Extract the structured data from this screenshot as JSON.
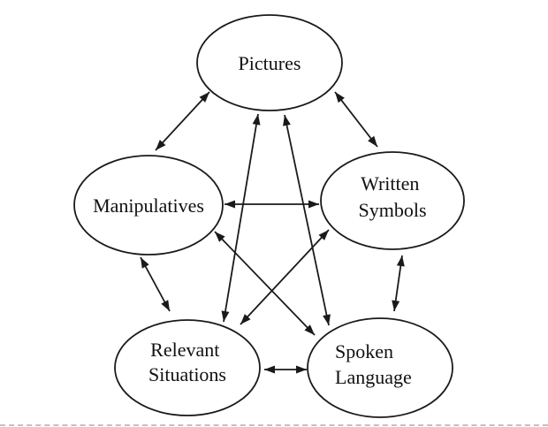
{
  "diagram": {
    "type": "node-link-diagram",
    "description": "Five ovals fully interconnected by double-headed arrows",
    "colors": {
      "background": "#ffffff",
      "stroke": "#1a1a1a",
      "text": "#111111"
    },
    "nodes": [
      {
        "id": "pictures",
        "lines": [
          "Pictures"
        ]
      },
      {
        "id": "manipulatives",
        "lines": [
          "Manipulatives"
        ]
      },
      {
        "id": "written-symbols",
        "lines": [
          "Written",
          "Symbols"
        ]
      },
      {
        "id": "relevant-situations",
        "lines": [
          "Relevant",
          "Situations"
        ]
      },
      {
        "id": "spoken-language",
        "lines": [
          "Spoken",
          "Language"
        ]
      }
    ],
    "edges": [
      {
        "from": "pictures",
        "to": "manipulatives",
        "arrows": "both"
      },
      {
        "from": "pictures",
        "to": "written-symbols",
        "arrows": "both"
      },
      {
        "from": "pictures",
        "to": "relevant-situations",
        "arrows": "both"
      },
      {
        "from": "pictures",
        "to": "spoken-language",
        "arrows": "both"
      },
      {
        "from": "manipulatives",
        "to": "written-symbols",
        "arrows": "both"
      },
      {
        "from": "manipulatives",
        "to": "relevant-situations",
        "arrows": "both"
      },
      {
        "from": "manipulatives",
        "to": "spoken-language",
        "arrows": "both"
      },
      {
        "from": "written-symbols",
        "to": "relevant-situations",
        "arrows": "both"
      },
      {
        "from": "written-symbols",
        "to": "spoken-language",
        "arrows": "both"
      },
      {
        "from": "relevant-situations",
        "to": "spoken-language",
        "arrows": "both"
      }
    ]
  }
}
